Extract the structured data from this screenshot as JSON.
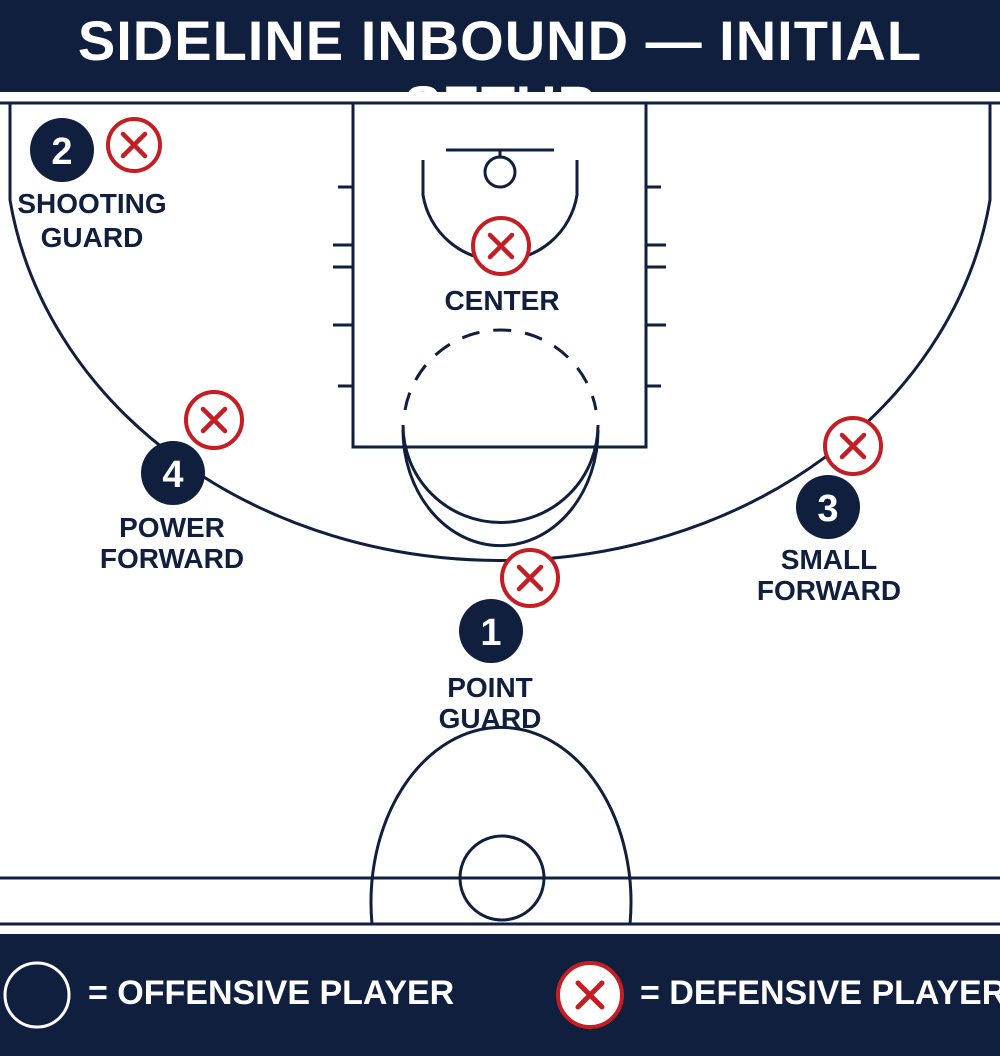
{
  "title": "SIDELINE INBOUND — INITIAL SETUP",
  "colors": {
    "navy": "#0f1f3d",
    "defense_red": "#c41e24",
    "court_line": "#0f1f3d",
    "background": "#ffffff"
  },
  "players": {
    "shooting_guard": {
      "number": "2",
      "label_line1": "SHOOTING",
      "label_line2": "GUARD"
    },
    "center": {
      "label": "CENTER"
    },
    "power_forward": {
      "number": "4",
      "label_line1": "POWER",
      "label_line2": "FORWARD"
    },
    "small_forward": {
      "number": "3",
      "label_line1": "SMALL",
      "label_line2": "FORWARD"
    },
    "point_guard": {
      "number": "1",
      "label_line1": "POINT",
      "label_line2": "GUARD"
    }
  },
  "defender_icon": "red-x-circle-icon",
  "legend": {
    "offense_label": "= OFFENSIVE PLAYER",
    "defense_label": "= DEFENSIVE PLAYER",
    "offense_icon": "navy-circle-icon",
    "defense_icon": "red-x-circle-icon"
  }
}
